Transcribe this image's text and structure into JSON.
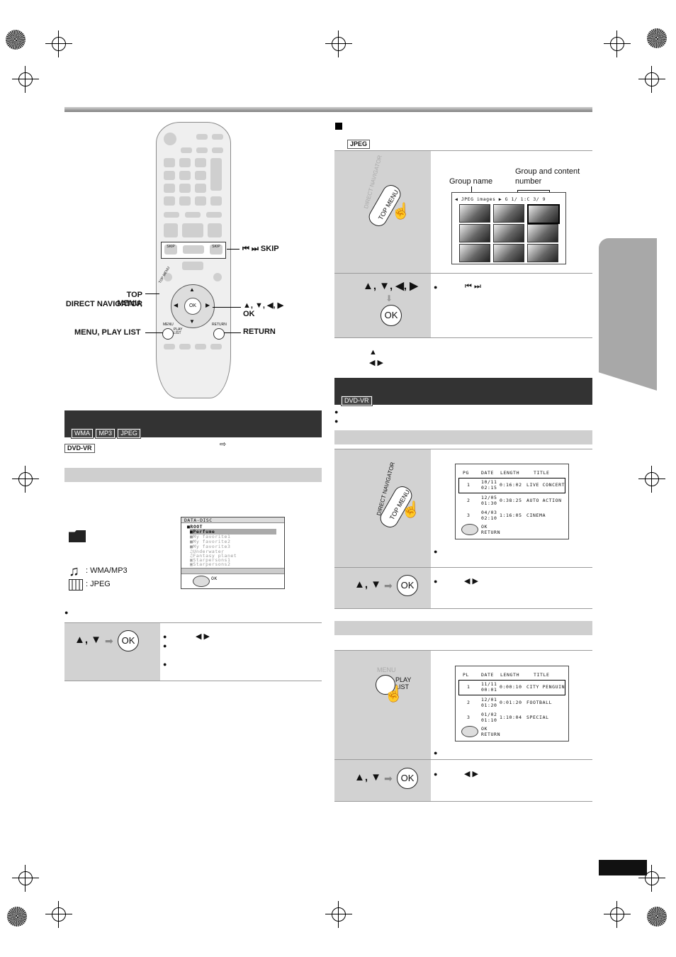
{
  "remote": {
    "skip_label": "⏮ ⏭ SKIP",
    "top_menu_label": "TOP MENU,",
    "direct_nav_label": "DIRECT NAVIGATOR",
    "cursor_label": "▲, ▼, ◀, ▶",
    "ok_label": "OK",
    "menu_label": "MENU, PLAY LIST",
    "return_label": "RETURN",
    "skip_btn": "SKIP",
    "ok_btn": "OK",
    "menu_btn": "MENU",
    "play_btn": "PLAY\nLIST",
    "return_btn": "RETURN",
    "top_btn": "TOP MENU"
  },
  "left": {
    "tags": [
      "WMA",
      "MP3",
      "JPEG"
    ],
    "dvdvr_tag": "DVD-VR",
    "arrow_ref": "⇨",
    "folder_legend": [
      {
        "label": ": WMA/MP3"
      },
      {
        "label": ": JPEG"
      }
    ],
    "screen": {
      "title": "DATA-DISC",
      "root": "ROOT",
      "items": [
        "Perfume",
        "My favorite1",
        "My favorite2",
        "My favorite3",
        "Underwater",
        "Fantasy planet",
        "Starpersons1",
        "Starpersons2"
      ],
      "ok": "OK"
    },
    "cursor_label": "▲, ▼",
    "ok_btn": "OK",
    "bullet_arrows": "◀  ▶"
  },
  "jpeg": {
    "tag": "JPEG",
    "group_name": "Group name",
    "group_content": "Group and content",
    "number": "number",
    "screen_header": "◀ JPEG  images   ▶ G  1/  1:C  3/  9",
    "direct_nav": "DIRECT NAVIGATOR",
    "top_menu": "TOP MENU",
    "cursor": "▲, ▼, ◀, ▶",
    "ok_btn": "OK",
    "skip_icons": "⏮  ⏭",
    "up_arrow": "▲",
    "lr_arrows": "◀  ▶"
  },
  "dvdvr": {
    "tag": "DVD-VR",
    "pg_table": {
      "headers": [
        "PG",
        "DATE",
        "LENGTH",
        "TITLE"
      ],
      "rows": [
        {
          "n": "1",
          "date": "10/11",
          "time": "02:15",
          "len": "0:16:02",
          "title": "LIVE CONCERT"
        },
        {
          "n": "2",
          "date": "12/05",
          "time": "01:30",
          "len": "0:38:25",
          "title": "AUTO ACTION"
        },
        {
          "n": "3",
          "date": "04/03",
          "time": "02:10",
          "len": "1:16:05",
          "title": "CINEMA"
        }
      ],
      "ok": "OK",
      "ret": "RETURN"
    },
    "pl_table": {
      "headers": [
        "PL",
        "DATE",
        "LENGTH",
        "TITLE"
      ],
      "rows": [
        {
          "n": "1",
          "date": "11/11",
          "time": "00:01",
          "len": "0:00:10",
          "title": "CITY PENGUIN"
        },
        {
          "n": "2",
          "date": "12/01",
          "time": "01:20",
          "len": "0:01:20",
          "title": "FOOTBALL"
        },
        {
          "n": "3",
          "date": "01/02",
          "time": "01:10",
          "len": "1:10:04",
          "title": "SPECIAL"
        }
      ],
      "ok": "OK",
      "ret": "RETURN"
    },
    "cursor": "▲, ▼",
    "ok_btn": "OK",
    "lr_arrows": "◀  ▶",
    "menu_btn": "MENU",
    "play_list": "PLAY\nLIST"
  }
}
